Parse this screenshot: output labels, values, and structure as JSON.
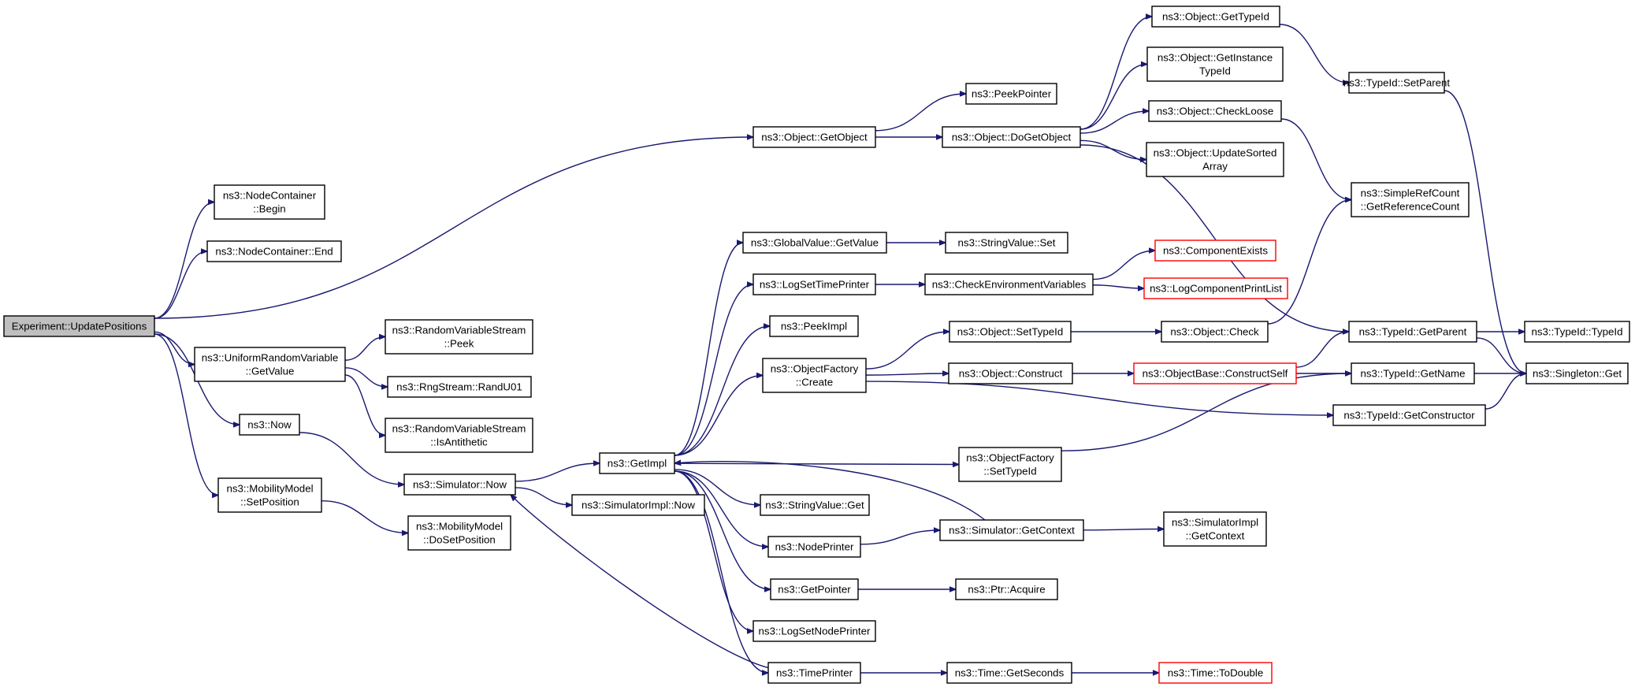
{
  "diagram": {
    "type": "call-graph",
    "colors": {
      "edge": "#191970",
      "root_fill": "#bfbfbf",
      "node_border": "#000000",
      "truncated_border": "#ff0000"
    },
    "nodes": [
      {
        "id": "root",
        "lines": [
          "Experiment::UpdatePositions"
        ],
        "root": true
      },
      {
        "id": "ncbegin",
        "lines": [
          "ns3::NodeContainer",
          "::Begin"
        ]
      },
      {
        "id": "ncend",
        "lines": [
          "ns3::NodeContainer::End"
        ]
      },
      {
        "id": "urvget",
        "lines": [
          "ns3::UniformRandomVariable",
          "::GetValue"
        ]
      },
      {
        "id": "now",
        "lines": [
          "ns3::Now"
        ]
      },
      {
        "id": "mmset",
        "lines": [
          "ns3::MobilityModel",
          "::SetPosition"
        ]
      },
      {
        "id": "rvspeek",
        "lines": [
          "ns3::RandomVariableStream",
          "::Peek"
        ]
      },
      {
        "id": "randu01",
        "lines": [
          "ns3::RngStream::RandU01"
        ]
      },
      {
        "id": "rvsanti",
        "lines": [
          "ns3::RandomVariableStream",
          "::IsAntithetic"
        ]
      },
      {
        "id": "simnow",
        "lines": [
          "ns3::Simulator::Now"
        ]
      },
      {
        "id": "mmdoset",
        "lines": [
          "ns3::MobilityModel",
          "::DoSetPosition"
        ]
      },
      {
        "id": "simimplnow",
        "lines": [
          "ns3::SimulatorImpl::Now"
        ]
      },
      {
        "id": "getimpl",
        "lines": [
          "ns3::GetImpl"
        ]
      },
      {
        "id": "objgetobj",
        "lines": [
          "ns3::Object::GetObject"
        ]
      },
      {
        "id": "gvgetvalue",
        "lines": [
          "ns3::GlobalValue::GetValue"
        ]
      },
      {
        "id": "logsettp",
        "lines": [
          "ns3::LogSetTimePrinter"
        ]
      },
      {
        "id": "peekimpl",
        "lines": [
          "ns3::PeekImpl"
        ]
      },
      {
        "id": "ofcreate",
        "lines": [
          "ns3::ObjectFactory",
          "::Create"
        ]
      },
      {
        "id": "strvalget",
        "lines": [
          "ns3::StringValue::Get"
        ]
      },
      {
        "id": "nodeprinter",
        "lines": [
          "ns3::NodePrinter"
        ]
      },
      {
        "id": "getpointer",
        "lines": [
          "ns3::GetPointer"
        ]
      },
      {
        "id": "logsetnp",
        "lines": [
          "ns3::LogSetNodePrinter"
        ]
      },
      {
        "id": "timeprinter",
        "lines": [
          "ns3::TimePrinter"
        ]
      },
      {
        "id": "peekpointer",
        "lines": [
          "ns3::PeekPointer"
        ]
      },
      {
        "id": "objdogetobj",
        "lines": [
          "ns3::Object::DoGetObject"
        ]
      },
      {
        "id": "strvalset",
        "lines": [
          "ns3::StringValue::Set"
        ]
      },
      {
        "id": "checkenv",
        "lines": [
          "ns3::CheckEnvironmentVariables"
        ]
      },
      {
        "id": "objsettid",
        "lines": [
          "ns3::Object::SetTypeId"
        ]
      },
      {
        "id": "objconstruct",
        "lines": [
          "ns3::Object::Construct"
        ]
      },
      {
        "id": "ofsettid",
        "lines": [
          "ns3::ObjectFactory",
          "::SetTypeId"
        ]
      },
      {
        "id": "simgetctx",
        "lines": [
          "ns3::Simulator::GetContext"
        ]
      },
      {
        "id": "ptracquire",
        "lines": [
          "ns3::Ptr::Acquire"
        ]
      },
      {
        "id": "timegetsec",
        "lines": [
          "ns3::Time::GetSeconds"
        ]
      },
      {
        "id": "objgettid",
        "lines": [
          "ns3::Object::GetTypeId"
        ]
      },
      {
        "id": "objgetinst",
        "lines": [
          "ns3::Object::GetInstance",
          "TypeId"
        ]
      },
      {
        "id": "objcheckloose",
        "lines": [
          "ns3::Object::CheckLoose"
        ]
      },
      {
        "id": "objupdsorted",
        "lines": [
          "ns3::Object::UpdateSorted",
          "Array"
        ]
      },
      {
        "id": "compexists",
        "lines": [
          "ns3::ComponentExists"
        ],
        "truncated": true
      },
      {
        "id": "logcompprint",
        "lines": [
          "ns3::LogComponentPrintList"
        ],
        "truncated": true
      },
      {
        "id": "objcheck",
        "lines": [
          "ns3::Object::Check"
        ]
      },
      {
        "id": "objbaseconstruct",
        "lines": [
          "ns3::ObjectBase::ConstructSelf"
        ],
        "truncated": true
      },
      {
        "id": "simimplgetctx",
        "lines": [
          "ns3::SimulatorImpl",
          "::GetContext"
        ]
      },
      {
        "id": "timetodouble",
        "lines": [
          "ns3::Time::ToDouble"
        ],
        "truncated": true
      },
      {
        "id": "tidsetparent",
        "lines": [
          "ns3::TypeId::SetParent"
        ]
      },
      {
        "id": "srcgetref",
        "lines": [
          "ns3::SimpleRefCount",
          "::GetReferenceCount"
        ]
      },
      {
        "id": "tidgetparent",
        "lines": [
          "ns3::TypeId::GetParent"
        ]
      },
      {
        "id": "tidgetname",
        "lines": [
          "ns3::TypeId::GetName"
        ]
      },
      {
        "id": "tidgetctor",
        "lines": [
          "ns3::TypeId::GetConstructor"
        ]
      },
      {
        "id": "tidtypeid",
        "lines": [
          "ns3::TypeId::TypeId"
        ]
      },
      {
        "id": "singletonget",
        "lines": [
          "ns3::Singleton::Get"
        ]
      }
    ],
    "edges": [
      [
        "root",
        "ncbegin"
      ],
      [
        "root",
        "ncend"
      ],
      [
        "root",
        "objgetobj"
      ],
      [
        "root",
        "urvget"
      ],
      [
        "root",
        "now"
      ],
      [
        "root",
        "mmset"
      ],
      [
        "urvget",
        "rvspeek"
      ],
      [
        "urvget",
        "randu01"
      ],
      [
        "urvget",
        "rvsanti"
      ],
      [
        "now",
        "simnow"
      ],
      [
        "mmset",
        "mmdoset"
      ],
      [
        "simnow",
        "getimpl"
      ],
      [
        "simnow",
        "simimplnow"
      ],
      [
        "getimpl",
        "gvgetvalue"
      ],
      [
        "getimpl",
        "logsettp"
      ],
      [
        "getimpl",
        "peekimpl"
      ],
      [
        "getimpl",
        "ofcreate"
      ],
      [
        "getimpl",
        "ofsettid"
      ],
      [
        "getimpl",
        "strvalget"
      ],
      [
        "getimpl",
        "nodeprinter"
      ],
      [
        "getimpl",
        "getpointer"
      ],
      [
        "getimpl",
        "logsetnp"
      ],
      [
        "getimpl",
        "timeprinter"
      ],
      [
        "timeprinter",
        "simnow"
      ],
      [
        "timeprinter",
        "timegetsec"
      ],
      [
        "objgetobj",
        "peekpointer"
      ],
      [
        "objgetobj",
        "objdogetobj"
      ],
      [
        "objdogetobj",
        "objgettid"
      ],
      [
        "objdogetobj",
        "objgetinst"
      ],
      [
        "objdogetobj",
        "objcheckloose"
      ],
      [
        "objdogetobj",
        "objupdsorted"
      ],
      [
        "objdogetobj",
        "tidgetparent"
      ],
      [
        "objgettid",
        "tidsetparent"
      ],
      [
        "objcheckloose",
        "srcgetref"
      ],
      [
        "gvgetvalue",
        "strvalset"
      ],
      [
        "logsettp",
        "checkenv"
      ],
      [
        "checkenv",
        "compexists"
      ],
      [
        "checkenv",
        "logcompprint"
      ],
      [
        "ofcreate",
        "objsettid"
      ],
      [
        "ofcreate",
        "objconstruct"
      ],
      [
        "ofcreate",
        "tidgetctor"
      ],
      [
        "objsettid",
        "objcheck"
      ],
      [
        "objcheck",
        "srcgetref"
      ],
      [
        "objconstruct",
        "objbaseconstruct"
      ],
      [
        "objbaseconstruct",
        "tidgetparent"
      ],
      [
        "objbaseconstruct",
        "tidgetname"
      ],
      [
        "ofsettid",
        "tidgetname"
      ],
      [
        "nodeprinter",
        "simgetctx"
      ],
      [
        "simgetctx",
        "getimpl"
      ],
      [
        "simgetctx",
        "simimplgetctx"
      ],
      [
        "getpointer",
        "ptracquire"
      ],
      [
        "timegetsec",
        "timetodouble"
      ],
      [
        "tidsetparent",
        "singletonget"
      ],
      [
        "tidgetparent",
        "tidtypeid"
      ],
      [
        "tidgetparent",
        "singletonget"
      ],
      [
        "tidgetname",
        "singletonget"
      ],
      [
        "tidgetctor",
        "singletonget"
      ]
    ]
  }
}
